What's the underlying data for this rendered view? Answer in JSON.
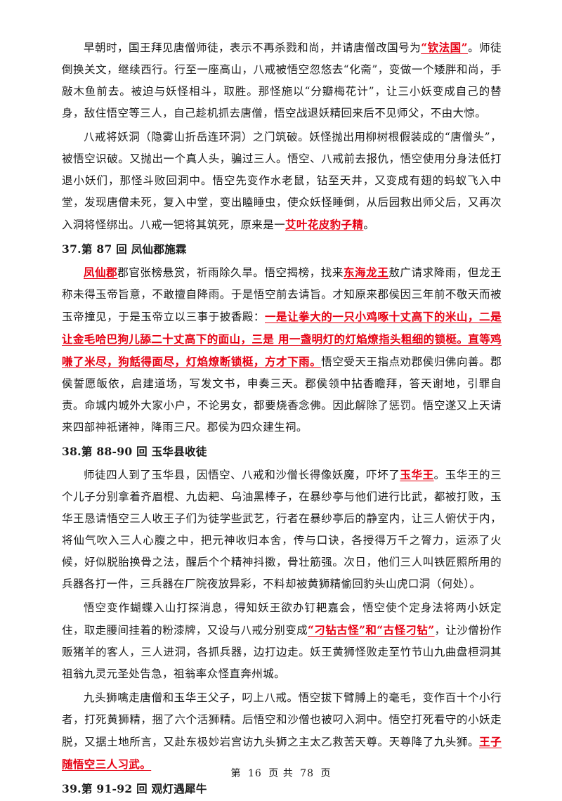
{
  "colors": {
    "highlight": "#e60012",
    "text": "#1a1a1a"
  },
  "paragraphs": [
    {
      "kind": "para",
      "runs": [
        {
          "t": "早朝时，国王拜见唐僧师徒，表示不再杀戮和尚，并请唐僧改国号为",
          "hl": false
        },
        {
          "t": "“钦法国”",
          "hl": true
        },
        {
          "t": "。师徒倒换关文，继续西行。行至一座高山，八戒被悟空忽悠去“化斋”，变做一个矮胖和尚，手敲木鱼前去。被迫与妖怪相斗，取胜。那怪施以“分瓣梅花计”，让三小妖变成自己的替身，敌住悟空等三人，自己趁机抓去唐僧，悟空战退妖精回来后不见师父，不由大惊。",
          "hl": false
        }
      ]
    },
    {
      "kind": "para",
      "runs": [
        {
          "t": "八戒将妖洞（隐雾山折岳连环洞）之门筑破。妖怪抛出用柳树根假装成的“唐僧头”，被悟空识破。又抛出一个真人头，骗过三人。悟空、八戒前去报仇，悟空使用分身法低打退小妖们，那怪斗败回洞中。悟空先变作水老鼠，钻至天井，又变成有翅的蚂蚁飞入中堂，发现唐僧未死，复入中堂，变出瞌睡虫，使众妖怪睡倒，从后园救出师父后，又再次入洞将怪绑出。八戒一钯将其筑死，原来是一",
          "hl": false
        },
        {
          "t": "艾叶花皮豹子精",
          "hl": true
        },
        {
          "t": "。",
          "hl": false
        }
      ]
    },
    {
      "kind": "heading",
      "runs": [
        {
          "t": "37.第 87 回  凤仙郡施霖",
          "hl": false
        }
      ]
    },
    {
      "kind": "para",
      "runs": [
        {
          "t": "凤仙郡",
          "hl": true
        },
        {
          "t": "郡官张榜悬赏，祈雨除久旱。悟空揭榜，找来",
          "hl": false
        },
        {
          "t": "东海龙王",
          "hl": true
        },
        {
          "t": "敖广请求降雨，但龙王称未得玉帝旨意，不敢擅自降雨。于是悟空前去请旨。才知原来郡侯因三年前不敬天而被玉帝撞见，于是玉帝立以三事于披香殿：",
          "hl": false
        },
        {
          "t": "一是让拳大的一只小鸡啄十丈高下的米山，二是让金毛哈巴狗儿舔二十丈高下的面山，三是 用一盏明灯的灯焰燎指头粗细的锁梃。直等鸡嗛了米尽，狗餂得面尽，灯焰燎断锁梃，方才下雨。",
          "hl": true
        },
        {
          "t": "悟空受天王指点劝郡侯归佛向善。郡侯誓愿皈依，启建道场，写发文书，申奏三天。郡侯领中拈香瞻拜，答天谢地，引罪自责。命城内城外大家小户，不论男女，都要烧香念佛。因此解除了惩罚。悟空遂又上天请来四部神祇诸神，降雨三尺。郡侯为四众建生祠。",
          "hl": false
        }
      ]
    },
    {
      "kind": "heading",
      "runs": [
        {
          "t": "38.第 88-90 回  玉华县收徒",
          "hl": false
        }
      ]
    },
    {
      "kind": "para",
      "runs": [
        {
          "t": "师徒四人到了玉华县，因悟空、八戒和沙僧长得像妖魔，吓坏了",
          "hl": false
        },
        {
          "t": "玉华王",
          "hl": true
        },
        {
          "t": "。玉华王的三个儿子分别拿着齐眉棍、九齿耙、乌油黑棒子，在暴纱亭与他们进行比武，都被打败，玉华王恳请悟空三人收王子们为徒学些武艺，行者在暴纱亭后的静室内，让三人俯伏于内，将仙气吹入三人心腹之中，把元神收归本舍，传与口诀，各授得万千之膂力，运添了火候，好似脱胎换骨之法，醒后个个精神抖擞，骨壮筋强。次日，他们三人叫铁匠照所用的兵器各打一件，三兵器在厂院夜放异彩，不料却被黄狮精偷回豹头山虎口洞（何处）。",
          "hl": false
        }
      ]
    },
    {
      "kind": "para",
      "runs": [
        {
          "t": "悟空变作蝴蝶入山打探消息，得知妖王欲办钉耙嘉会，悟空使个定身法将两小妖定住，取走腰间挂着的粉漆牌，又设与八戒分别变成",
          "hl": false
        },
        {
          "t": "“刁钻古怪”和“古怪刁钻”",
          "hl": true
        },
        {
          "t": "，让沙僧扮作贩猪羊的客人，三人进洞，各抓兵器，边打边走。妖王黄狮怪败走至竹节山九曲盘桓洞其祖翁九灵元圣处告急，祖翁率众怪直奔州城。",
          "hl": false
        }
      ]
    },
    {
      "kind": "para",
      "runs": [
        {
          "t": "九头狮噙走唐僧和玉华王父子，叼上八戒。悟空拔下臂膊上的毫毛，变作百十个小行者，打死黄狮精，捆了六个活狮精。后悟空和沙僧也被叼入洞中。悟空打死看守的小妖走脱，又据土地所言，又赴东极妙岩宫访九头狮之主太乙救苦天尊。天尊降了九头狮。",
          "hl": false
        },
        {
          "t": "王子随悟空三人习武。",
          "hl": true
        }
      ]
    },
    {
      "kind": "heading",
      "runs": [
        {
          "t": "39.第 91-92 回  观灯遇犀牛",
          "hl": false
        }
      ]
    }
  ],
  "footer": {
    "prefix": "第",
    "page": "16",
    "mid": "页  共",
    "total": "78",
    "suffix": "页"
  }
}
